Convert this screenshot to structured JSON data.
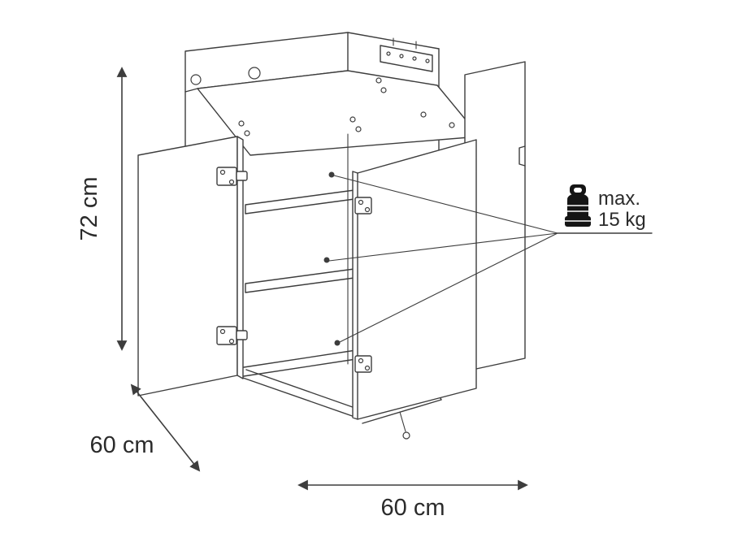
{
  "diagram": {
    "dimensions": {
      "height_label": "72 cm",
      "depth_label": "60 cm",
      "width_label": "60 cm"
    },
    "max_load": {
      "line1": "max.",
      "line2": "15 kg"
    },
    "icons": {
      "weight_icon": "weight-icon",
      "shelf_markers": "shelf-indicator-dot"
    }
  },
  "colors": {
    "line": "#3d3d3d",
    "text": "#2b2b2b",
    "weight": "#151515",
    "background": "#ffffff"
  }
}
